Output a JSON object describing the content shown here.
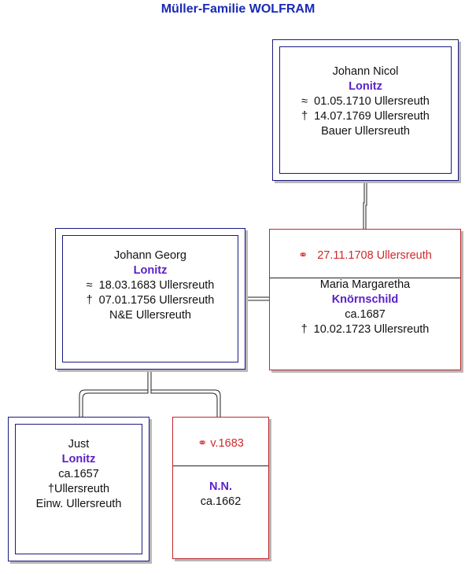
{
  "title": "Müller-Familie WOLFRAM",
  "symbols": {
    "birth": "≈",
    "death": "†",
    "marriage": "⚭"
  },
  "father_of_georg": {
    "given": "Johann Nicol",
    "surname": "Lonitz",
    "birth": "01.05.1710 Ullersreuth",
    "death": "14.07.1769 Ullersreuth",
    "note": "Bauer Ullersreuth"
  },
  "georg": {
    "given": "Johann Georg",
    "surname": "Lonitz",
    "birth": "18.03.1683 Ullersreuth",
    "death": "07.01.1756 Ullersreuth",
    "note": "N&E Ullersreuth"
  },
  "georg_spouse": {
    "marriage": "27.11.1708 Ullersreuth",
    "given": "Maria Margaretha",
    "surname": "Knörnschild",
    "born": "ca.1687",
    "death": "10.02.1723 Ullersreuth"
  },
  "just": {
    "given": "Just",
    "surname": "Lonitz",
    "born": "ca.1657",
    "death": "Ullersreuth",
    "note": "Einw. Ullersreuth"
  },
  "just_spouse": {
    "marriage": "v.1683",
    "surname": "N.N.",
    "born": "ca.1662"
  },
  "colors": {
    "person_border": "#1a1a80",
    "spouse_border": "#c0282c",
    "surname": "#5a1fc8",
    "title": "#1a2ab5"
  }
}
